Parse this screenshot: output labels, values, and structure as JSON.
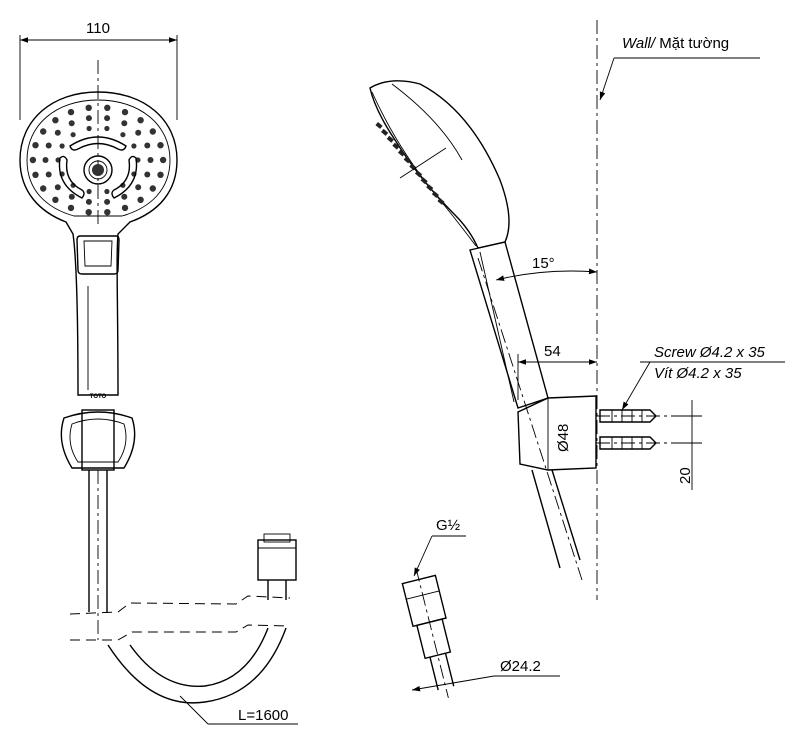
{
  "dimensions": {
    "head_width": "110",
    "angle": "15°",
    "wall_offset": "54",
    "holder_diameter": "Ø48",
    "screw_spacing": "20",
    "thread": "G½",
    "nut_diameter": "Ø24.2",
    "hose_length": "L=1600"
  },
  "labels": {
    "wall_en": "Wall/",
    "wall_vi": " Mặt tường",
    "screw_en": "Screw Ø4.2 x 35",
    "screw_vi": "Vít Ø4.2 x 35",
    "brand": "TOTO"
  }
}
